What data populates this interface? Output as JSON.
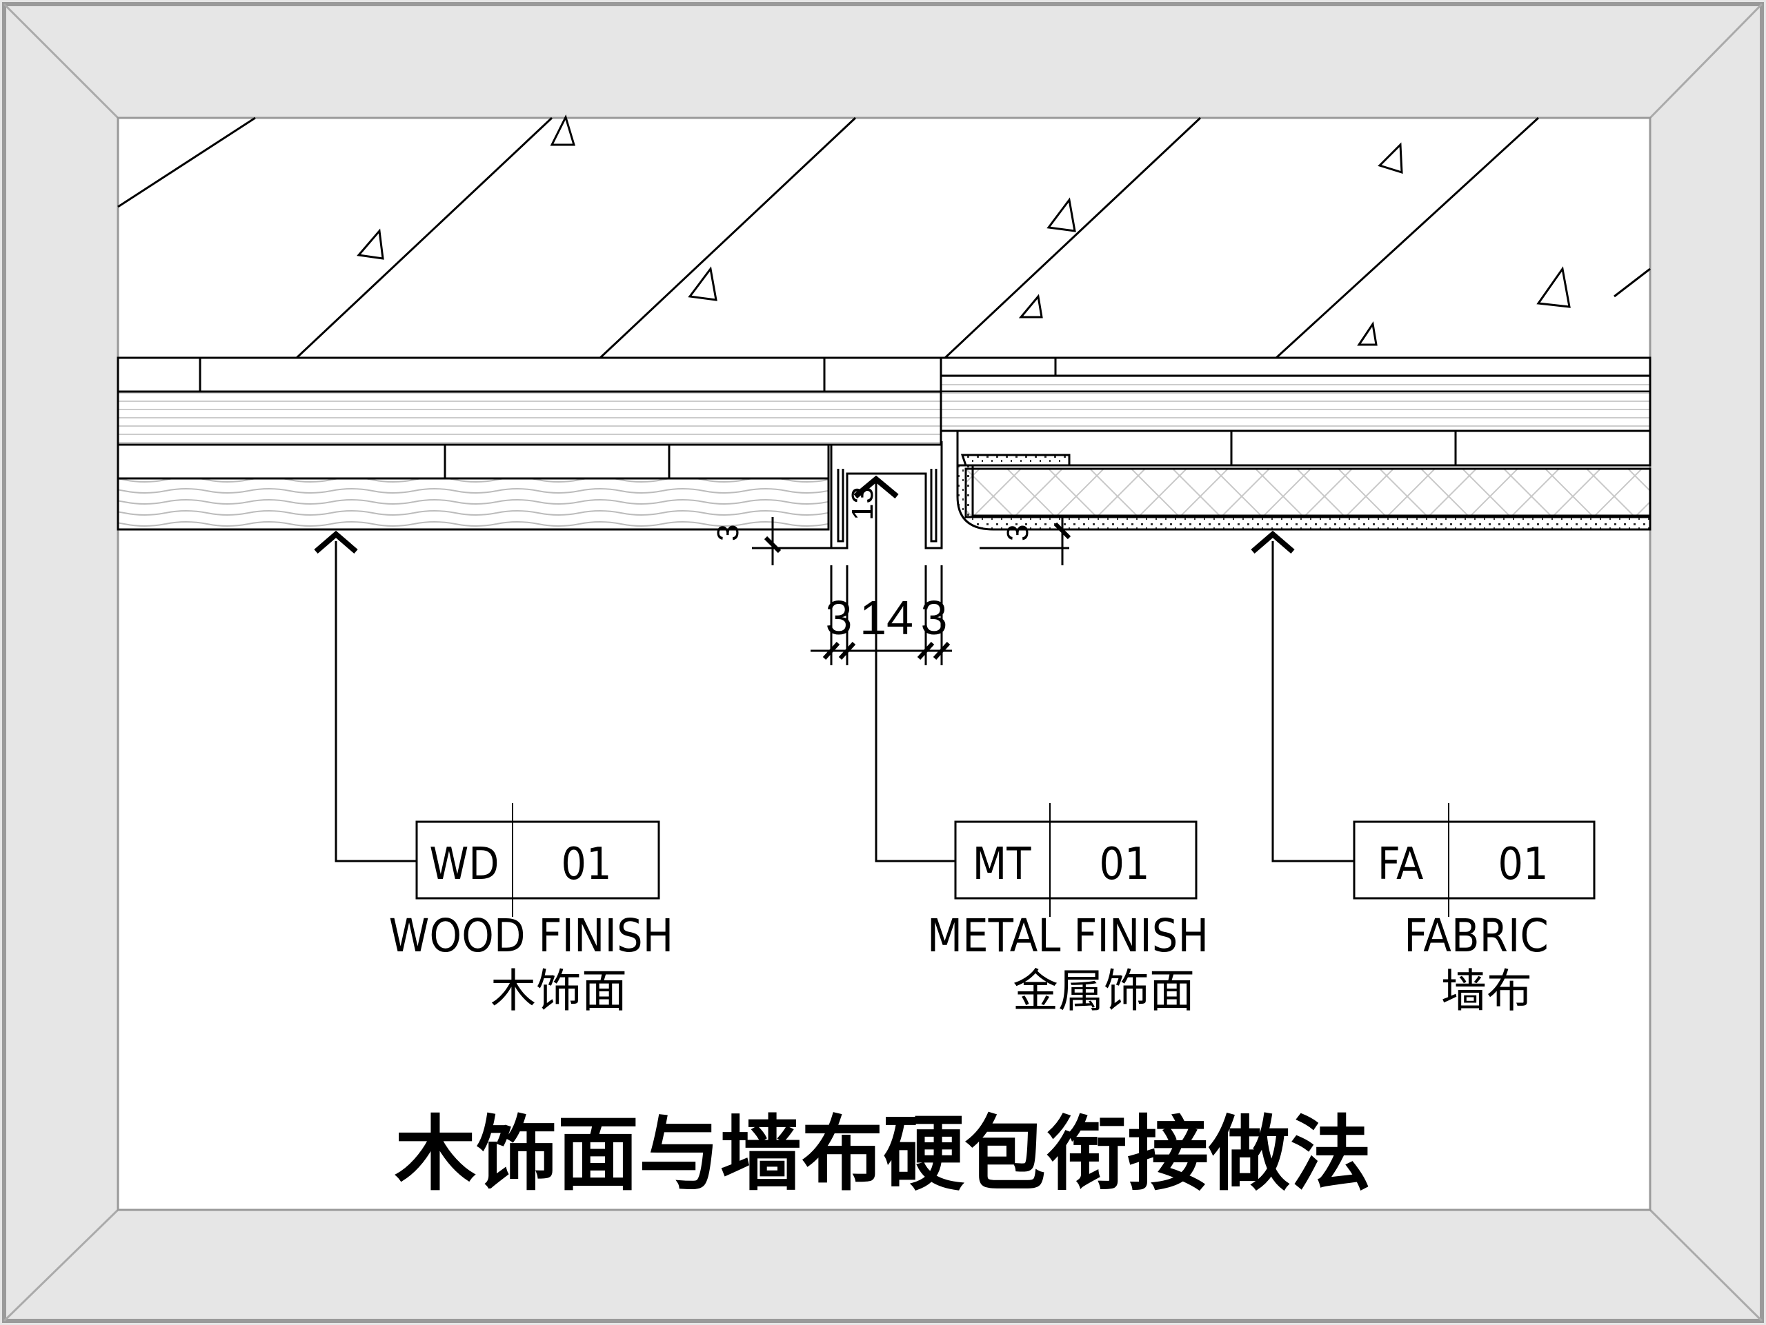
{
  "title": "木饰面与墙布硬包衔接做法",
  "dimensions": {
    "left_gap": "3",
    "joint_width": "14",
    "right_gap": "3",
    "left_reveal": "3",
    "right_reveal": "3",
    "channel_depth": "13"
  },
  "callouts": [
    {
      "code": "WD",
      "number": "01",
      "name_en": "WOOD FINISH",
      "name_cn": "木饰面"
    },
    {
      "code": "MT",
      "number": "01",
      "name_en": "METAL FINISH",
      "name_cn": "金属饰面"
    },
    {
      "code": "FA",
      "number": "01",
      "name_en": "FABRIC",
      "name_cn": "墙布"
    }
  ],
  "colors": {
    "frame": "#e6e6e6",
    "frame_edge": "#9a9a9a",
    "line": "#000000",
    "hatch": "#bdbdbd"
  }
}
